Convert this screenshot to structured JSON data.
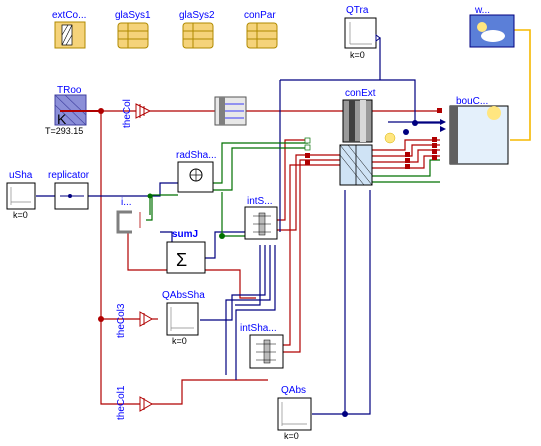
{
  "labels": {
    "extCo": "extCo...",
    "glaSys1": "glaSys1",
    "glaSys2": "glaSys2",
    "conPar": "conPar",
    "QTra": "QTra",
    "QTra_k": "k=0",
    "weather": "w...",
    "TRoo": "TRoo",
    "TRoo_T": "T=293.15",
    "TRoo_K": "K",
    "theCol": "theCol",
    "conExt": "conExt",
    "bouC": "bouC...",
    "radSha": "radSha...",
    "uSha": "uSha",
    "uSha_k": "k=0",
    "replicator": "replicator",
    "i": "i...",
    "intS": "intS...",
    "sumJ": "sumJ",
    "QAbsSha": "QAbsSha",
    "QAbsSha_k": "k=0",
    "theCol3": "theCol3",
    "intSha": "intSha...",
    "theCol1": "theCol1",
    "QAbs": "QAbs",
    "QAbs_k": "k=0"
  },
  "colors": {
    "heat_wire": "#b00000",
    "signal_wire": "#000080",
    "radiation_wire": "#007000",
    "weather_wire": "#f5b800",
    "record_fill": "#f5d37a",
    "label": "#0000ff"
  }
}
